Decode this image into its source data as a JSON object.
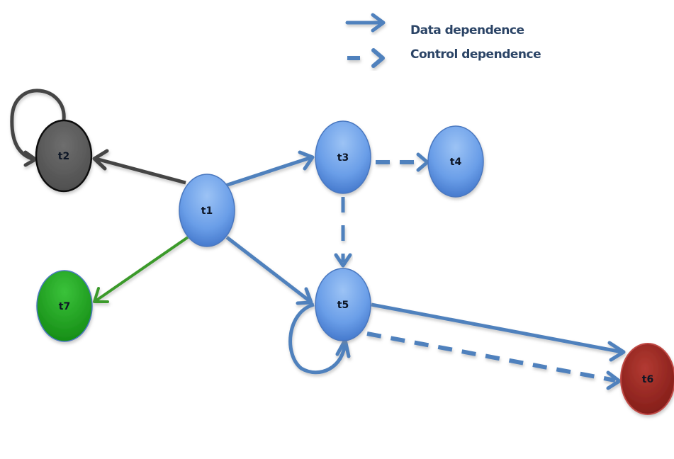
{
  "legend": {
    "data_dependence": "Data dependence",
    "control_dependence": "Control dependence"
  },
  "colors": {
    "blue_node": "#5b8fd9",
    "blue_edge": "#4f81bd",
    "gray_node": "#5a5a5a",
    "gray_edge": "#404040",
    "green_node": "#22a022",
    "green_edge": "#3a9a2a",
    "red_node": "#a52a23"
  },
  "nodes": [
    {
      "id": "t1",
      "label": "t1",
      "color": "blue"
    },
    {
      "id": "t2",
      "label": "t2",
      "color": "gray"
    },
    {
      "id": "t3",
      "label": "t3",
      "color": "blue"
    },
    {
      "id": "t4",
      "label": "t4",
      "color": "blue"
    },
    {
      "id": "t5",
      "label": "t5",
      "color": "blue"
    },
    {
      "id": "t6",
      "label": "t6",
      "color": "red"
    },
    {
      "id": "t7",
      "label": "t7",
      "color": "green"
    }
  ],
  "edges": [
    {
      "from": "t1",
      "to": "t2",
      "type": "data",
      "color": "gray"
    },
    {
      "from": "t2",
      "to": "t2",
      "type": "data",
      "color": "gray"
    },
    {
      "from": "t1",
      "to": "t3",
      "type": "data",
      "color": "blue"
    },
    {
      "from": "t1",
      "to": "t7",
      "type": "data",
      "color": "green"
    },
    {
      "from": "t1",
      "to": "t5",
      "type": "data",
      "color": "blue"
    },
    {
      "from": "t3",
      "to": "t4",
      "type": "control",
      "color": "blue"
    },
    {
      "from": "t3",
      "to": "t5",
      "type": "control",
      "color": "blue"
    },
    {
      "from": "t5",
      "to": "t5",
      "type": "data",
      "color": "blue"
    },
    {
      "from": "t5",
      "to": "t6",
      "type": "data",
      "color": "blue"
    },
    {
      "from": "t5",
      "to": "t6",
      "type": "control",
      "color": "blue"
    }
  ]
}
